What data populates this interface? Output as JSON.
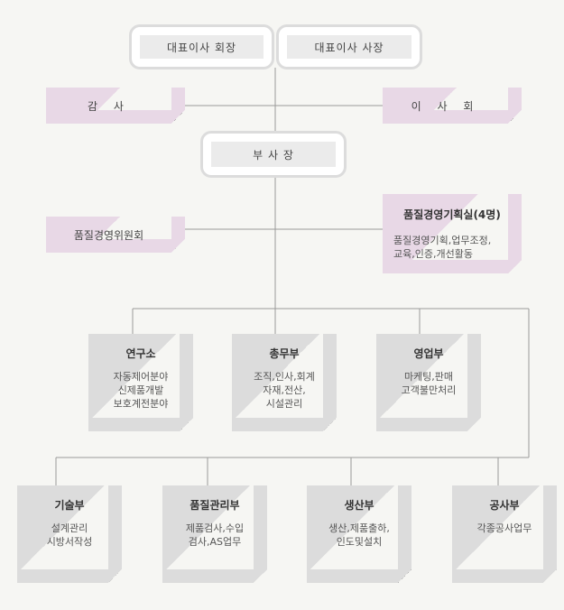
{
  "top": {
    "chairman": "대표이사 회장",
    "president": "대표이사 사장"
  },
  "audit": "감 사",
  "board": "이 사 회",
  "vice_president": "부 사 장",
  "quality_committee": "품질경영위원회",
  "quality_office": {
    "title": "품질경영기획실(4명)",
    "lines": [
      "품질경영기획,업무조정,",
      "교육,인증,개선활동"
    ]
  },
  "mid_departments": [
    {
      "title": "연구소",
      "lines": [
        "자동제어분야",
        "신제품개발",
        "보호계전분야"
      ]
    },
    {
      "title": "총무부",
      "lines": [
        "조직,인사,회계",
        "자재,전산,",
        "시설관리"
      ]
    },
    {
      "title": "영업부",
      "lines": [
        "마케팅,판매",
        "고객불만처리"
      ]
    }
  ],
  "bottom_departments": [
    {
      "title": "기술부",
      "lines": [
        "설계관리",
        "시방서작성"
      ]
    },
    {
      "title": "품질관리부",
      "lines": [
        "제품검사,수입",
        "검사,AS업무"
      ]
    },
    {
      "title": "생산부",
      "lines": [
        "생산,제품출하,",
        "인도및설치"
      ]
    },
    {
      "title": "공사부",
      "lines": [
        "각종공사업무"
      ]
    }
  ],
  "colors": {
    "purple_note": "#e8d8e6",
    "gray_note": "#dcdcdc",
    "line": "#9a9a9a",
    "background": "#f6f6f3"
  }
}
